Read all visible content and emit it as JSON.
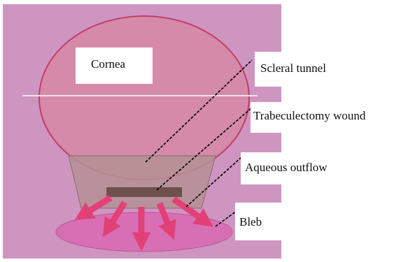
{
  "figure": {
    "labels": {
      "cornea": "Cornea",
      "scleral_tunnel": "Scleral tunnel",
      "trabeculectomy_wound": "Trabeculectomy wound",
      "aqueous_outflow": "Aqueous outflow",
      "bleb": "Bleb"
    },
    "colors": {
      "background": "#cf95c1",
      "cornea_fill": "#d48aa8",
      "cornea_outline": "#c43c68",
      "tunnel_fill": "#b59094",
      "wound_fill": "#70504e",
      "bleb_fill": "#d86fb4",
      "arrow_fill": "#e24177",
      "leader_line": "#000000"
    }
  }
}
